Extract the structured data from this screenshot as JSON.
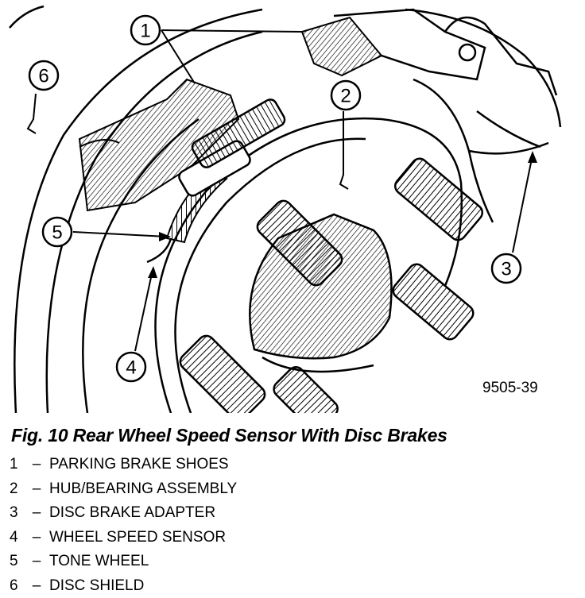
{
  "figure": {
    "code": "9505-39",
    "callouts": [
      {
        "num": "1"
      },
      {
        "num": "2"
      },
      {
        "num": "3"
      },
      {
        "num": "4"
      },
      {
        "num": "5"
      },
      {
        "num": "6"
      }
    ]
  },
  "caption": "Fig. 10 Rear Wheel Speed Sensor With Disc Brakes",
  "legend": [
    {
      "num": "1",
      "label": "PARKING BRAKE SHOES"
    },
    {
      "num": "2",
      "label": "HUB/BEARING ASSEMBLY"
    },
    {
      "num": "3",
      "label": "DISC BRAKE ADAPTER"
    },
    {
      "num": "4",
      "label": "WHEEL SPEED SENSOR"
    },
    {
      "num": "5",
      "label": "TONE WHEEL"
    },
    {
      "num": "6",
      "label": "DISC SHIELD"
    }
  ]
}
